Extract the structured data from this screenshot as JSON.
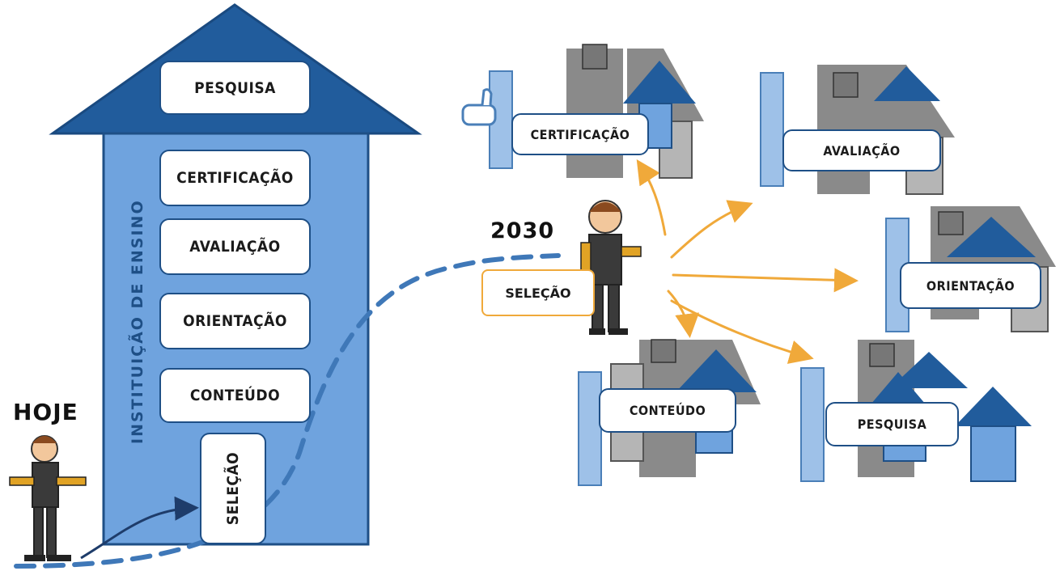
{
  "left_building": {
    "side_label": "INSTITUIÇÃO DE ENSINO",
    "modules": [
      "PESQUISA",
      "CERTIFICAÇÃO",
      "AVALIAÇÃO",
      "ORIENTAÇÃO",
      "CONTEÚDO"
    ],
    "door_label": "SELEÇÃO",
    "colors": {
      "roof": "#215c9c",
      "body": "#6fa3de",
      "border": "#1e4f86"
    }
  },
  "today_label": "HOJE",
  "future_label": "2030",
  "future_center_box": "SELEÇÃO",
  "future_houses": [
    "CERTIFICAÇÃO",
    "AVALIAÇÃO",
    "ORIENTAÇÃO",
    "CONTEÚDO",
    "PESQUISA"
  ],
  "colors": {
    "arrow": "#f0a93a",
    "dash": "#3f78b8"
  }
}
